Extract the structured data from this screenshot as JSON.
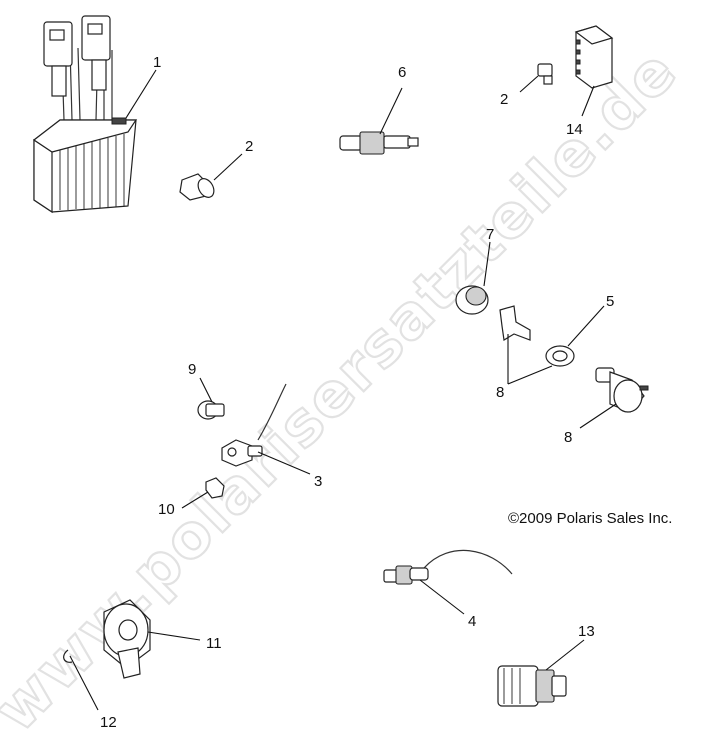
{
  "watermark": {
    "text": "www.polarisersatzteile.de"
  },
  "copyright": {
    "text": "©2009 Polaris Sales Inc."
  },
  "callouts": [
    {
      "id": "c1",
      "label": "1"
    },
    {
      "id": "c2a",
      "label": "2"
    },
    {
      "id": "c2b",
      "label": "2"
    },
    {
      "id": "c3",
      "label": "3"
    },
    {
      "id": "c4",
      "label": "4"
    },
    {
      "id": "c5",
      "label": "5"
    },
    {
      "id": "c6",
      "label": "6"
    },
    {
      "id": "c7",
      "label": "7"
    },
    {
      "id": "c8a",
      "label": "8"
    },
    {
      "id": "c8b",
      "label": "8"
    },
    {
      "id": "c9",
      "label": "9"
    },
    {
      "id": "c10",
      "label": "10"
    },
    {
      "id": "c11",
      "label": "11"
    },
    {
      "id": "c12",
      "label": "12"
    },
    {
      "id": "c13",
      "label": "13"
    },
    {
      "id": "c14",
      "label": "14"
    }
  ]
}
